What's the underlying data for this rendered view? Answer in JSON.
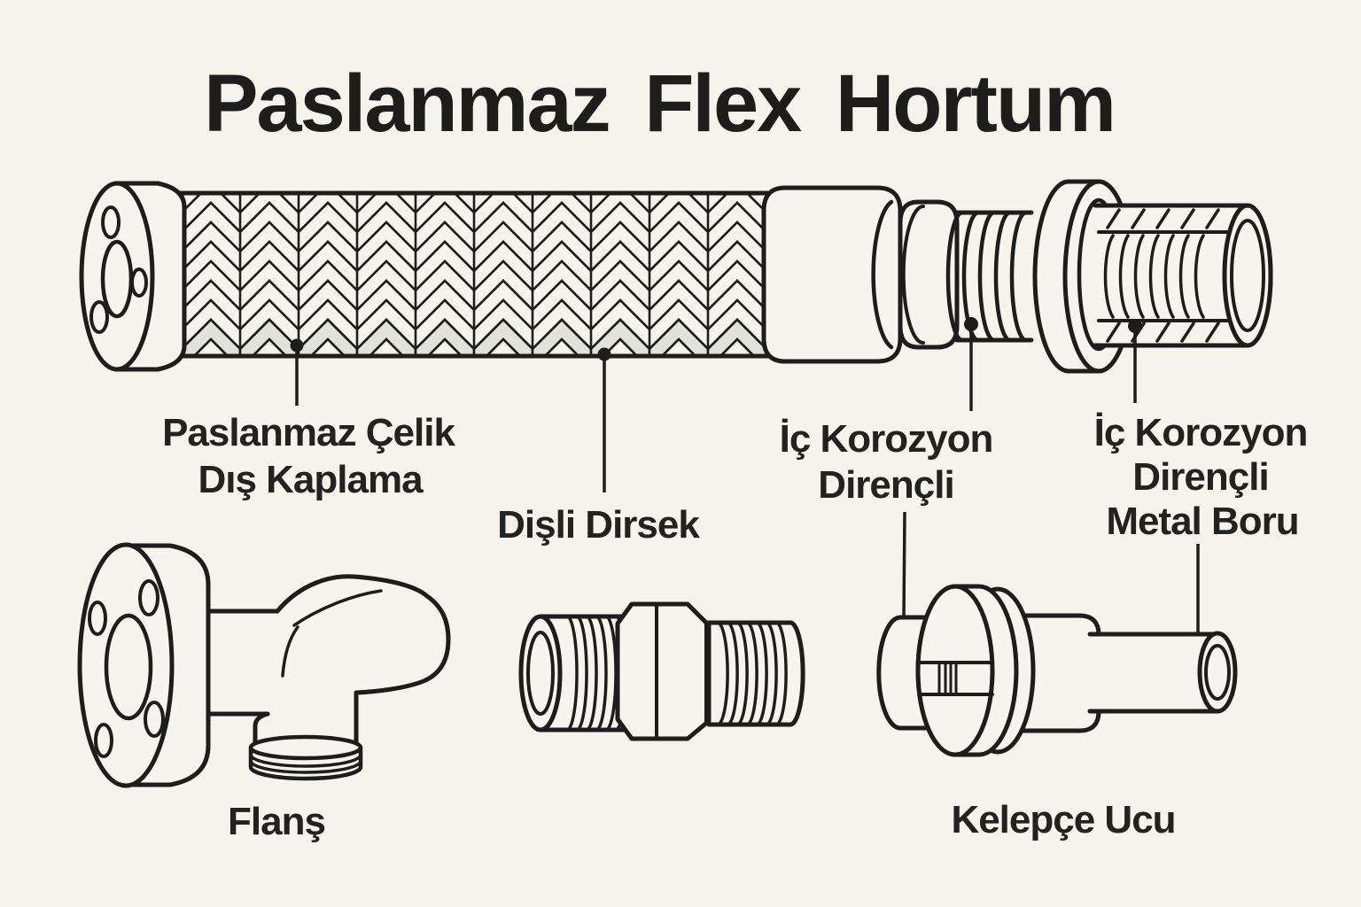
{
  "title": "Paslanmaz Flex Hortum",
  "labels": {
    "outer_sheath_line1": "Paslanmaz Çelik",
    "outer_sheath_line2": "Dış Kaplama",
    "threaded_elbow": "Dişli Dirsek",
    "corrosion_resistant_line1": "İç Korozyon",
    "corrosion_resistant_line2": "Dirençli",
    "metal_pipe_line1": "İç Korozyon",
    "metal_pipe_line2": "Dirençli",
    "metal_pipe_line3": "Metal Boru",
    "flange": "Flanş",
    "clamp_end": "Kelepçe Ucu"
  },
  "colors": {
    "background": "#f5f3ec",
    "ink": "#1d1d1b",
    "braid_highlight": "#e1e2dc"
  }
}
